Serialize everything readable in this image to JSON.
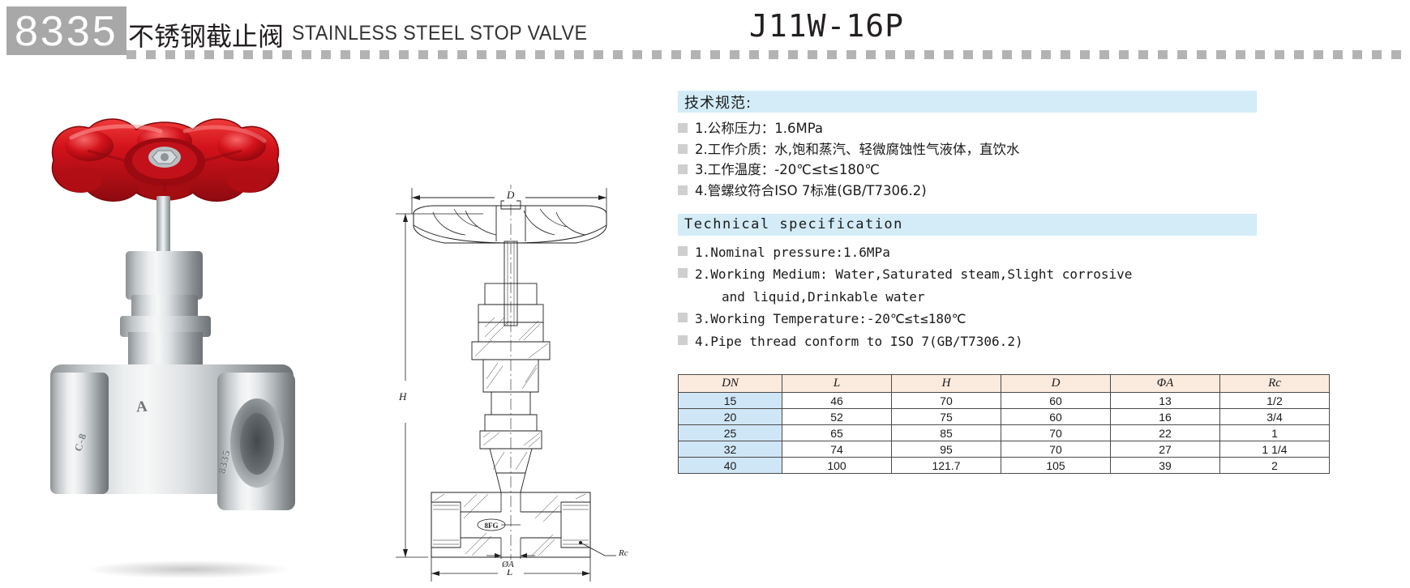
{
  "header": {
    "code": "8335",
    "title_cn": "不锈钢截止阀",
    "title_en": "STAINLESS STEEL STOP VALVE",
    "model": "J11W-16P"
  },
  "photo": {
    "emblem": "A",
    "mark_left": "C-8",
    "mark_right": "8335",
    "alt": "stainless-steel-stop-valve-photo"
  },
  "drawing": {
    "labels": {
      "D": "D",
      "H": "H",
      "L": "L",
      "phiA": "ØA",
      "Rc": "Rc"
    },
    "body_mark": "8FG"
  },
  "spec_cn": {
    "heading": "技术规范:",
    "items": [
      "1.公称压力：1.6MPa",
      "2.工作介质：水,饱和蒸汽、轻微腐蚀性气液体，直饮水",
      "3.工作温度：-20℃≤t≤180℃",
      "4.管螺纹符合ISO 7标准(GB/T7306.2)"
    ]
  },
  "spec_en": {
    "heading": "Technical specification",
    "items": [
      "1.Nominal pressure:1.6MPa",
      "2.Working Medium: Water,Saturated steam,Slight corrosive",
      "and liquid,Drinkable water",
      "3.Working Temperature:-20℃≤t≤180℃",
      "4.Pipe thread conform to ISO 7(GB/T7306.2)"
    ]
  },
  "table": {
    "columns": [
      "DN",
      "L",
      "H",
      "D",
      "ΦA",
      "Rc"
    ],
    "rows": [
      [
        "15",
        "46",
        "70",
        "60",
        "13",
        "1/2"
      ],
      [
        "20",
        "52",
        "75",
        "60",
        "16",
        "3/4"
      ],
      [
        "25",
        "65",
        "85",
        "70",
        "22",
        "1"
      ],
      [
        "32",
        "74",
        "95",
        "70",
        "27",
        "1 1/4"
      ],
      [
        "40",
        "100",
        "121.7",
        "105",
        "39",
        "2"
      ]
    ]
  },
  "colors": {
    "code_block": "#a8a8a8",
    "band": "#d3ecf7",
    "table_header": "#fbeade",
    "table_dn": "#cfe6f7",
    "handwheel_red": "#d2121a"
  }
}
